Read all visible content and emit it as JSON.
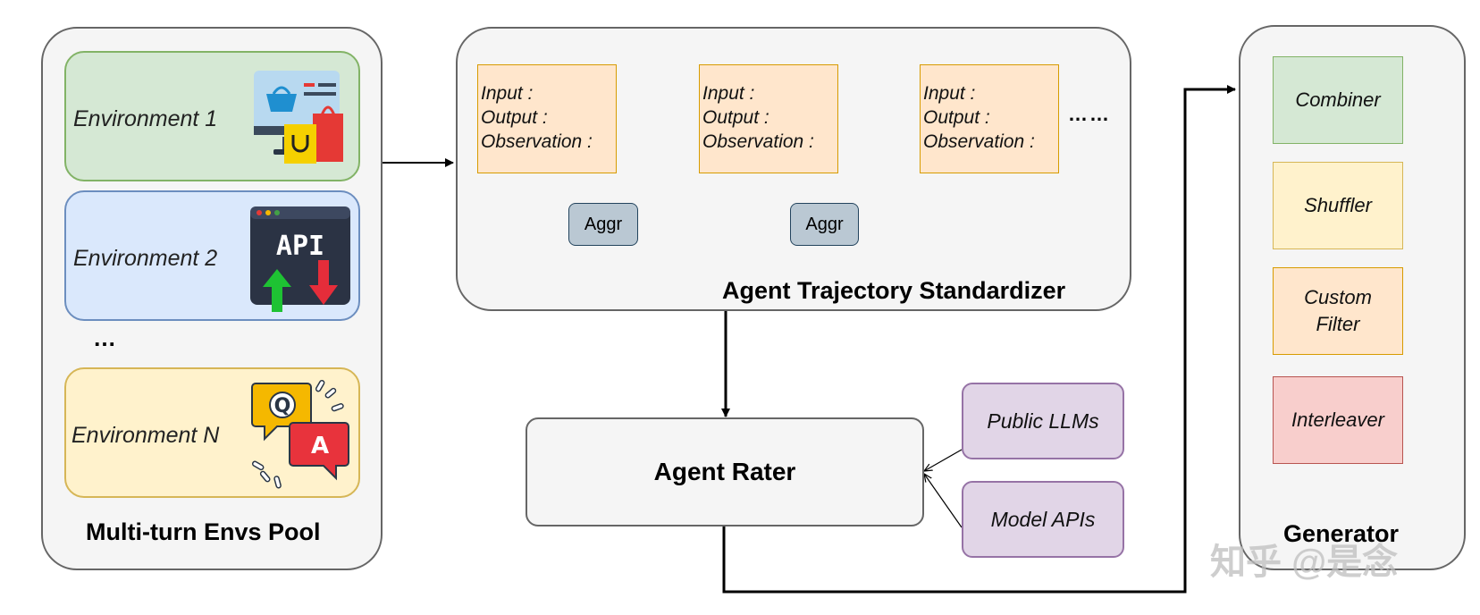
{
  "pool": {
    "title": "Multi-turn Envs Pool",
    "environments": [
      {
        "label": "Environment 1",
        "fill": "#d5e8d4",
        "stroke": "#82b366",
        "icon": "shopping-icon"
      },
      {
        "label": "Environment 2",
        "fill": "#dae8fc",
        "stroke": "#6c8ebf",
        "icon": "api-icon"
      },
      {
        "label": "Environment N",
        "fill": "#fff2cc",
        "stroke": "#d6b656",
        "icon": "qa-icon"
      }
    ],
    "ellipsis": "…",
    "api_text": "API",
    "q_text": "Q",
    "a_text": "A"
  },
  "standardizer": {
    "title": "Agent Trajectory Standardizer",
    "steps": [
      {
        "input": "Input :",
        "output": "Output :",
        "observation": "Observation :"
      },
      {
        "input": "Input :",
        "output": "Output :",
        "observation": "Observation :"
      },
      {
        "input": "Input :",
        "output": "Output :",
        "observation": "Observation :"
      }
    ],
    "aggr": [
      "Aggr",
      "Aggr"
    ],
    "ellipsis": "……"
  },
  "rater": {
    "title": "Agent Rater",
    "sources": [
      "Public LLMs",
      "Model APIs"
    ]
  },
  "generator": {
    "title": "Generator",
    "modules": [
      {
        "label": "Combiner",
        "fill": "#d5e8d4",
        "stroke": "#82b366"
      },
      {
        "label": "Shuffler",
        "fill": "#fff2cc",
        "stroke": "#d6b656"
      },
      {
        "label": "Custom Filter",
        "fill": "#ffe6cc",
        "stroke": "#d79b00"
      },
      {
        "label": "Interleaver",
        "fill": "#f8cecc",
        "stroke": "#b85450"
      }
    ]
  },
  "watermark": "知乎 @是念"
}
